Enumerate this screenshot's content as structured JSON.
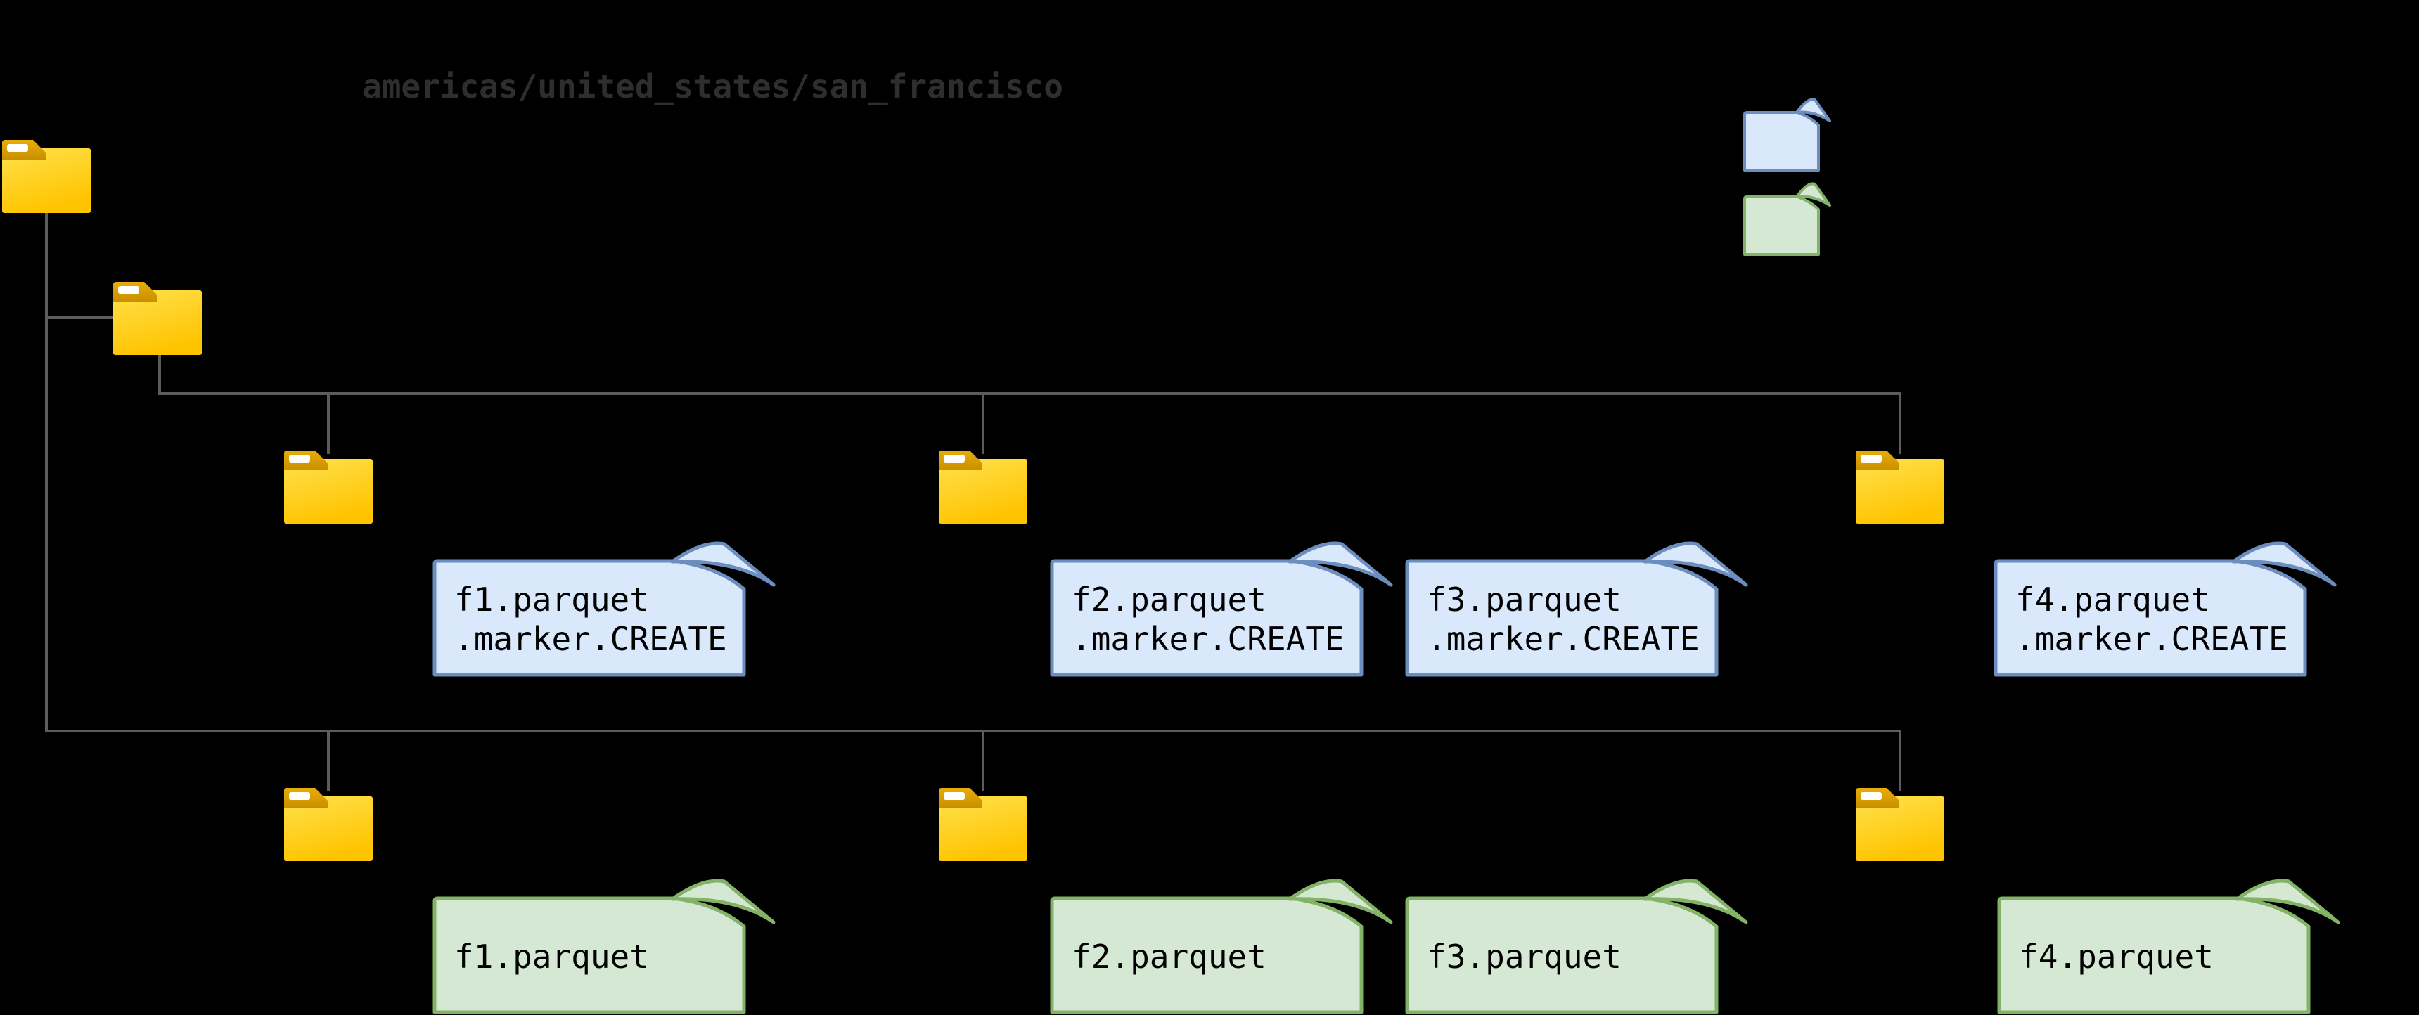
{
  "title": {
    "text": "americas/united_states/san_francisco"
  },
  "legend": {
    "items": [
      {
        "id": "marker-note",
        "style": "blue-note"
      },
      {
        "id": "data-note",
        "style": "green-note"
      }
    ]
  },
  "tree": {
    "folders": [
      {
        "id": "root-folder"
      },
      {
        "id": "child-folder"
      },
      {
        "id": "marker-dir-1"
      },
      {
        "id": "marker-dir-2"
      },
      {
        "id": "marker-dir-3"
      },
      {
        "id": "data-dir-1"
      },
      {
        "id": "data-dir-2"
      },
      {
        "id": "data-dir-3"
      }
    ]
  },
  "marker_notes": [
    {
      "line1": "f1.parquet",
      "line2": ".marker.CREATE"
    },
    {
      "line1": "f2.parquet",
      "line2": ".marker.CREATE"
    },
    {
      "line1": "f3.parquet",
      "line2": ".marker.CREATE"
    },
    {
      "line1": "f4.parquet",
      "line2": ".marker.CREATE"
    }
  ],
  "data_notes": [
    {
      "label": "f1.parquet"
    },
    {
      "label": "f2.parquet"
    },
    {
      "label": "f3.parquet"
    },
    {
      "label": "f4.parquet"
    }
  ],
  "colors": {
    "background": "#000000",
    "connector_line": "#5c5c5c",
    "title_text": "#2e2e2e",
    "note_text": "#000000",
    "blue_note_fill": "#dae8fc",
    "blue_note_border": "#6c8ebf",
    "green_note_fill": "#d5e8d4",
    "green_note_border": "#82b366",
    "folder_body": "#ffd400",
    "folder_tab": "#dda607"
  }
}
